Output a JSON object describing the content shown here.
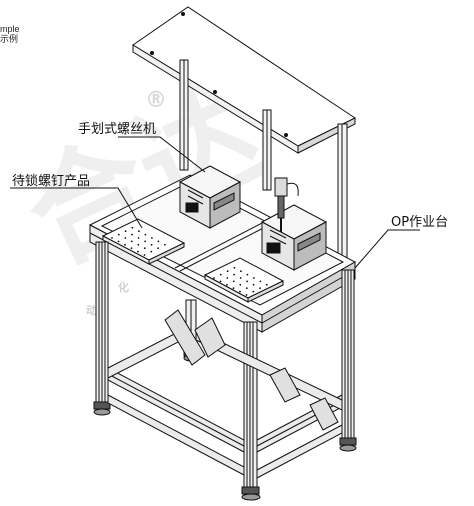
{
  "corner_note": {
    "line1": "mple",
    "line2": "示例"
  },
  "watermark": {
    "main": "合达",
    "registered": "®",
    "small1": "动",
    "small2": "化"
  },
  "callouts": {
    "screwdriver": "手划式螺丝机",
    "product": "待锁螺钉产品",
    "workbench": "OP作业台"
  }
}
